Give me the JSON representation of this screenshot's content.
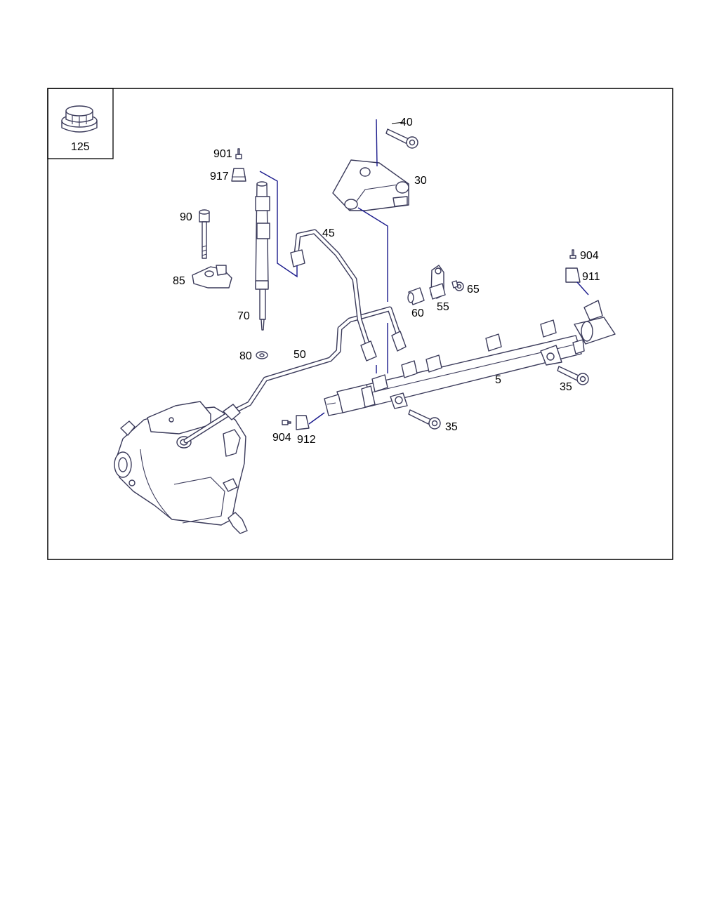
{
  "inset": {
    "part_number": "125"
  },
  "callouts": {
    "c5": "5",
    "c30": "30",
    "c35a": "35",
    "c35b": "35",
    "c40": "40",
    "c45": "45",
    "c50": "50",
    "c55": "55",
    "c60": "60",
    "c65": "65",
    "c70": "70",
    "c80": "80",
    "c85": "85",
    "c90": "90",
    "c901": "901",
    "c904a": "904",
    "c904b": "904",
    "c911": "911",
    "c912": "912",
    "c917": "917"
  },
  "colors": {
    "frame": "#000000",
    "leader": "#1a1a8c",
    "part_outline": "#3a3a5a"
  }
}
